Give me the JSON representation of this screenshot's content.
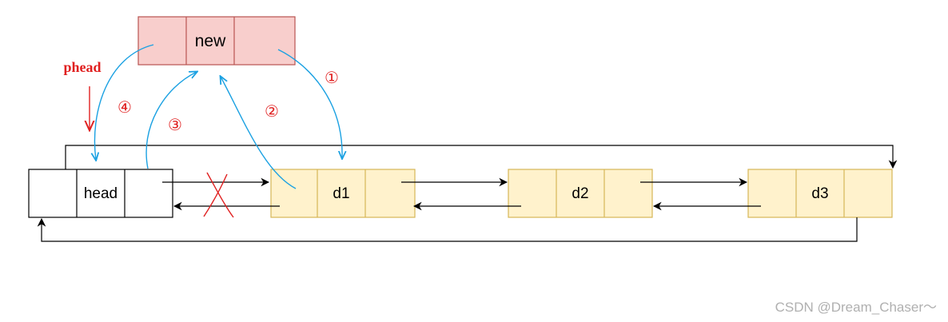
{
  "diagram": {
    "new_node": {
      "label": "new"
    },
    "nodes": [
      {
        "id": "head",
        "label": "head"
      },
      {
        "id": "d1",
        "label": "d1"
      },
      {
        "id": "d2",
        "label": "d2"
      },
      {
        "id": "d3",
        "label": "d3"
      }
    ],
    "pointer_label": "phead",
    "steps": [
      "①",
      "②",
      "③",
      "④"
    ],
    "removed_link_mark": "X",
    "colors": {
      "new_fill": "#f8cecc",
      "new_stroke": "#b85450",
      "data_fill": "#fff2cc",
      "data_stroke": "#d6b656",
      "head_fill": "#ffffff",
      "step_arrow": "#1ba1e2",
      "annotation": "#e02020"
    }
  },
  "watermark": "CSDN @Dream_Chaser～"
}
